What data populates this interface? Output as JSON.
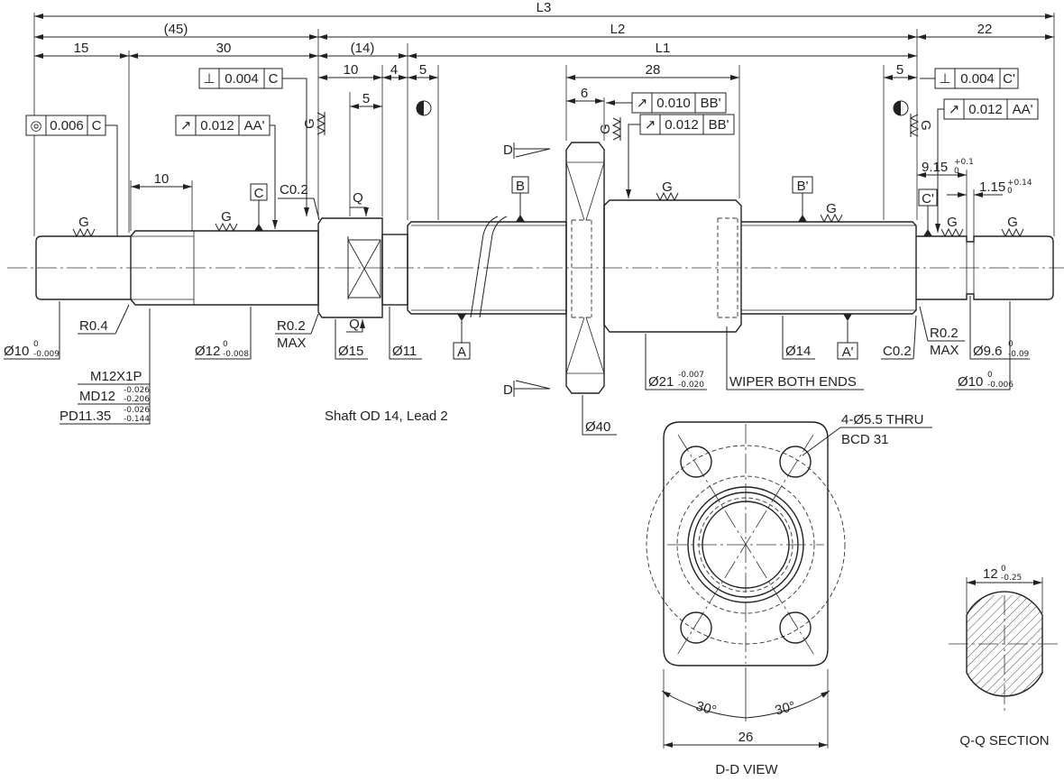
{
  "dims": {
    "l3": "L3",
    "l2": "L2",
    "l1": "L1",
    "d45": "(45)",
    "d14": "(14)",
    "d15": "15",
    "d30": "30",
    "d10a": "10",
    "d4": "4",
    "d5a": "5",
    "d5b": "5",
    "d28": "28",
    "d6": "6",
    "d5c": "5",
    "d22": "22",
    "d10b": "10",
    "d915": "9.15",
    "d915_tol_up": "+0.1",
    "d915_tol_lo": "0",
    "d115": "1.15",
    "d115_tol_up": "+0.14",
    "d115_tol_lo": "0",
    "d26": "26",
    "d12q": "12",
    "d12q_tol_up": "0",
    "d12q_tol_lo": "-0.25",
    "ang_l": "30°",
    "ang_r": "30°"
  },
  "tolerances": {
    "coax": {
      "sym": "◎",
      "val": "0.006",
      "ref": "C"
    },
    "perp_l": {
      "sym": "⊥",
      "val": "0.004",
      "ref": "C"
    },
    "run_l": {
      "sym": "↗",
      "val": "0.012",
      "ref": "AA'"
    },
    "run_nut1": {
      "sym": "↗",
      "val": "0.010",
      "ref": "BB'"
    },
    "run_nut2": {
      "sym": "↗",
      "val": "0.012",
      "ref": "BB'"
    },
    "perp_r": {
      "sym": "⊥",
      "val": "0.004",
      "ref": "C'"
    },
    "run_r": {
      "sym": "↗",
      "val": "0.012",
      "ref": "AA'"
    }
  },
  "datums": {
    "a": "A",
    "a2": "A'",
    "b": "B",
    "b2": "B'",
    "c": "C",
    "c2": "C'"
  },
  "notes": {
    "c02a": "C0.2",
    "c02b": "C0.2",
    "r04": "R0.4",
    "r02a": "R0.2",
    "maxa": "MAX",
    "r02b": "R0.2",
    "maxb": "MAX",
    "q_top": "Q",
    "q_bot": "Q",
    "d_top": "D",
    "d_bot": "D",
    "g": "G",
    "wiper": "WIPER BOTH ENDS",
    "caption": "Shaft OD 14, Lead 2",
    "thread1": "M12X1P",
    "thread2": "MD12",
    "thread2_up": "-0.026",
    "thread2_lo": "-0.206",
    "thread3": "PD11.35",
    "thread3_up": "-0.026",
    "thread3_lo": "-0.144",
    "holes": "4-Ø5.5 THRU",
    "bcd": "BCD 31",
    "dd_view": "D-D VIEW",
    "qq_section": "Q-Q SECTION"
  },
  "diameters": {
    "d10l": "Ø10",
    "d10l_up": "0",
    "d10l_lo": "-0.009",
    "d12": "Ø12",
    "d12_up": "0",
    "d12_lo": "-0.008",
    "d15": "Ø15",
    "d11": "Ø11",
    "d21": "Ø21",
    "d21_up": "-0.007",
    "d21_lo": "-0.020",
    "d40": "Ø40",
    "d14": "Ø14",
    "d96": "Ø9.6",
    "d96_up": "0",
    "d96_lo": "-0.09",
    "d10r": "Ø10",
    "d10r_up": "0",
    "d10r_lo": "-0.006"
  }
}
